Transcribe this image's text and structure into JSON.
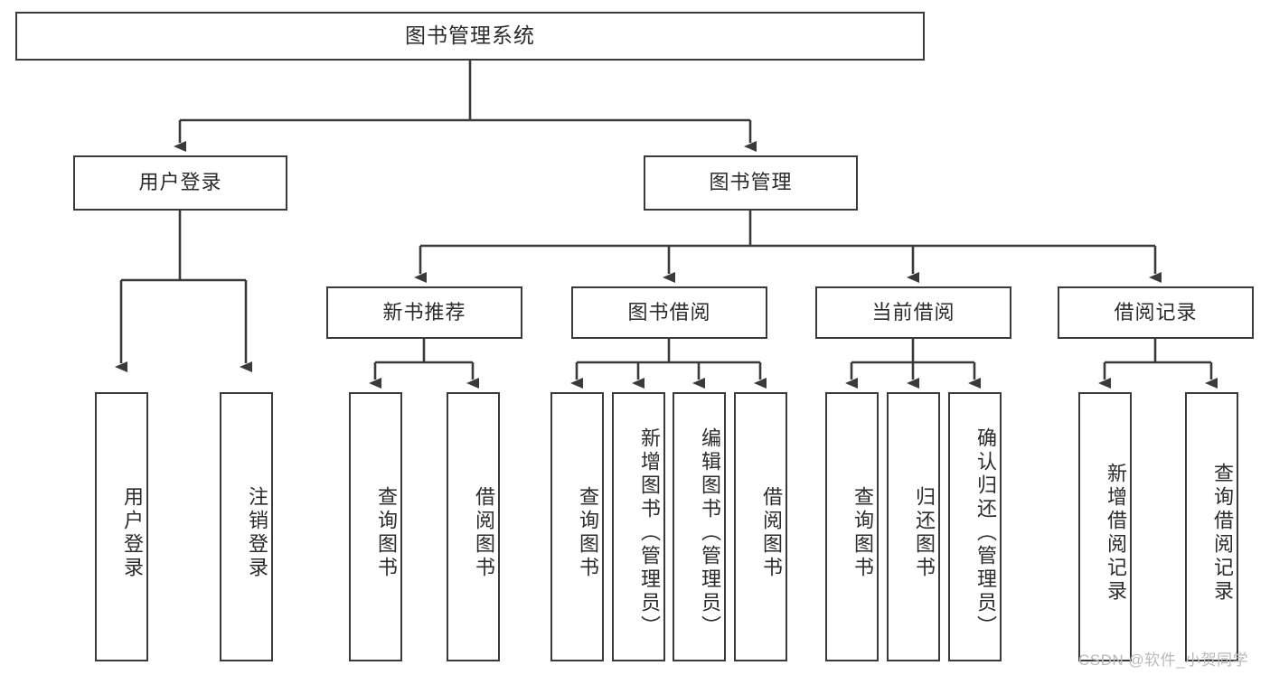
{
  "diagram": {
    "title": "图书管理系统",
    "watermark": "CSDN @软件_小贺同学",
    "levels": {
      "root": {
        "label": "图书管理系统"
      },
      "level2": [
        {
          "key": "user-login",
          "label": "用户登录"
        },
        {
          "key": "book-management",
          "label": "图书管理"
        }
      ],
      "level3": [
        {
          "key": "new-book-recommend",
          "label": "新书推荐"
        },
        {
          "key": "book-borrow",
          "label": "图书借阅"
        },
        {
          "key": "current-borrow",
          "label": "当前借阅"
        },
        {
          "key": "borrow-record",
          "label": "借阅记录"
        }
      ],
      "leaves": {
        "user_login": [
          {
            "key": "user-login-leaf",
            "label": "用户登录"
          },
          {
            "key": "user-logout-leaf",
            "label": "注销登录"
          }
        ],
        "new_book_recommend": [
          {
            "key": "query-book-1",
            "label": "查询图书"
          },
          {
            "key": "borrow-book-1",
            "label": "借阅图书"
          }
        ],
        "book_borrow": [
          {
            "key": "query-book-2",
            "label": "查询图书"
          },
          {
            "key": "add-book-admin",
            "label": "新增图书（管理员）"
          },
          {
            "key": "edit-book-admin",
            "label": "编辑图书（管理员）"
          },
          {
            "key": "borrow-book-2",
            "label": "借阅图书"
          }
        ],
        "current_borrow": [
          {
            "key": "query-book-3",
            "label": "查询图书"
          },
          {
            "key": "return-book",
            "label": "归还图书"
          },
          {
            "key": "confirm-return-admin",
            "label": "确认归还（管理员）"
          }
        ],
        "borrow_record": [
          {
            "key": "add-borrow-record",
            "label": "新增借阅记录"
          },
          {
            "key": "query-borrow-record",
            "label": "查询借阅记录"
          }
        ]
      }
    },
    "colors": {
      "stroke": "#3a3a3a",
      "text": "#2b2b2b",
      "background": "#ffffff",
      "watermark": "#b9b9b9"
    }
  }
}
